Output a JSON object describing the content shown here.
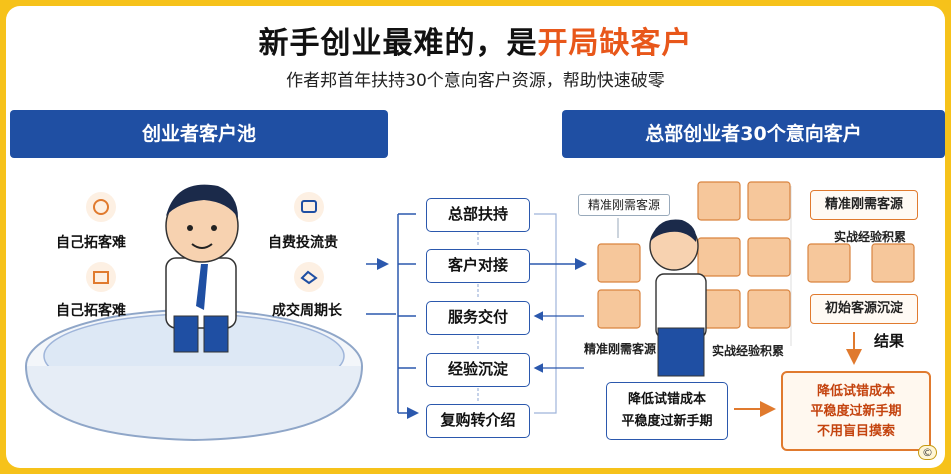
{
  "title": {
    "prefix": "新手创业最难的，是",
    "highlight": "开局缺客户"
  },
  "subtitle": "作者邦首年扶持30个意向客户资源，帮助快速破零",
  "left_panel": {
    "header": "创业者客户池",
    "labels": [
      "自己拓客难",
      "自己拓客难",
      "自费投流贵",
      "成交周期长"
    ]
  },
  "right_panel": {
    "header": "总部创业者30个意向客户"
  },
  "steps": [
    "总部扶持",
    "客户对接",
    "服务交付",
    "经验沉淀",
    "复购转介绍"
  ],
  "right_boxes": {
    "note": "精准刚需客源",
    "precise": "精准刚需客源",
    "accum": "实战经验积累",
    "initial": "初始客源沉淀",
    "result_label": "结果",
    "bottom_left_tag": "精准刚需客源",
    "bottom_mid_tag": "实战经验积累",
    "center_line1": "降低试错成本",
    "center_line2": "平稳度过新手期"
  },
  "result": {
    "line1": "降低试错成本",
    "line2": "平稳度过新手期",
    "line3": "不用盲目摸索"
  },
  "badge": "©"
}
